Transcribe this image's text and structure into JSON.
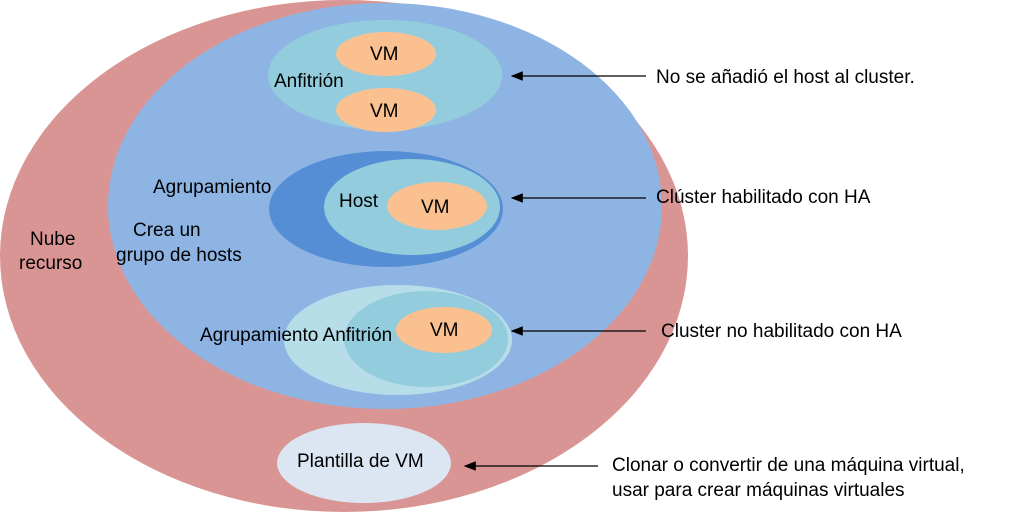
{
  "outer": {
    "line1": "Nube",
    "line2": "recurso"
  },
  "host_box": {
    "label": "Anfitrión",
    "vm_top": "VM",
    "vm_bottom": "VM"
  },
  "ha_cluster": {
    "group_label": "Agrupamiento",
    "desc_line1": "Crea un",
    "desc_line2": "grupo de hosts",
    "host_label": "Host",
    "vm": "VM"
  },
  "non_ha_cluster": {
    "label": "Agrupamiento Anfitrión",
    "vm": "VM"
  },
  "template": {
    "label": "Plantilla de VM"
  },
  "annotations": {
    "host_not_added": "No se añadió el host al cluster.",
    "ha_enabled": "Clúster habilitado con HA",
    "ha_disabled": "Cluster no habilitado con HA",
    "template_line1": "Clonar o convertir de una máquina virtual,",
    "template_line2": "usar para crear máquinas virtuales"
  },
  "colors": {
    "cloud": "#d99594",
    "resource_pool": "#8eb4e3",
    "host": "#93cddd",
    "cluster_ha": "#558ed5",
    "cluster_plain": "#b7dee8",
    "vm": "#fac090",
    "template": "#dce6f2"
  }
}
